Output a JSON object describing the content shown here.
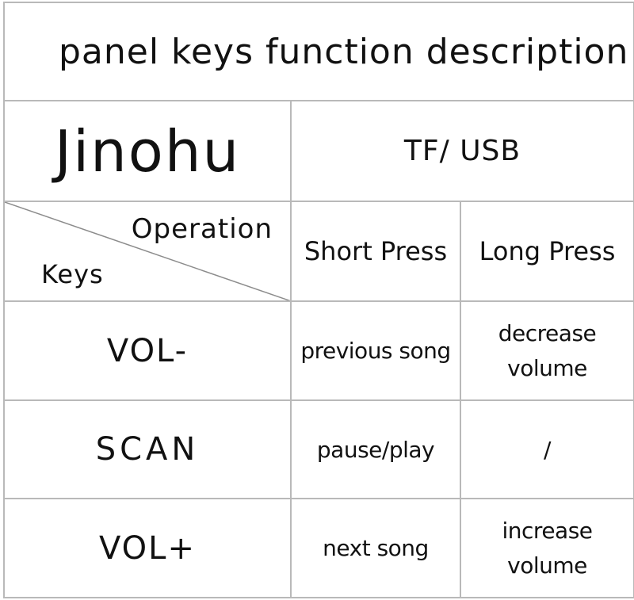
{
  "title": "panel keys function description",
  "brand": "Jinohu",
  "mode": "TF/ USB",
  "header": {
    "operation_label": "Operation",
    "keys_label": "Keys",
    "short_press": "Short Press",
    "long_press": "Long Press"
  },
  "rows": [
    {
      "key": "VOL-",
      "short": "previous song",
      "long_line1": "decrease",
      "long_line2": "volume"
    },
    {
      "key": "SCAN",
      "short": "pause/play",
      "long_line1": "/",
      "long_line2": ""
    },
    {
      "key": "VOL+",
      "short": "next song",
      "long_line1": "increase",
      "long_line2": "volume"
    }
  ]
}
